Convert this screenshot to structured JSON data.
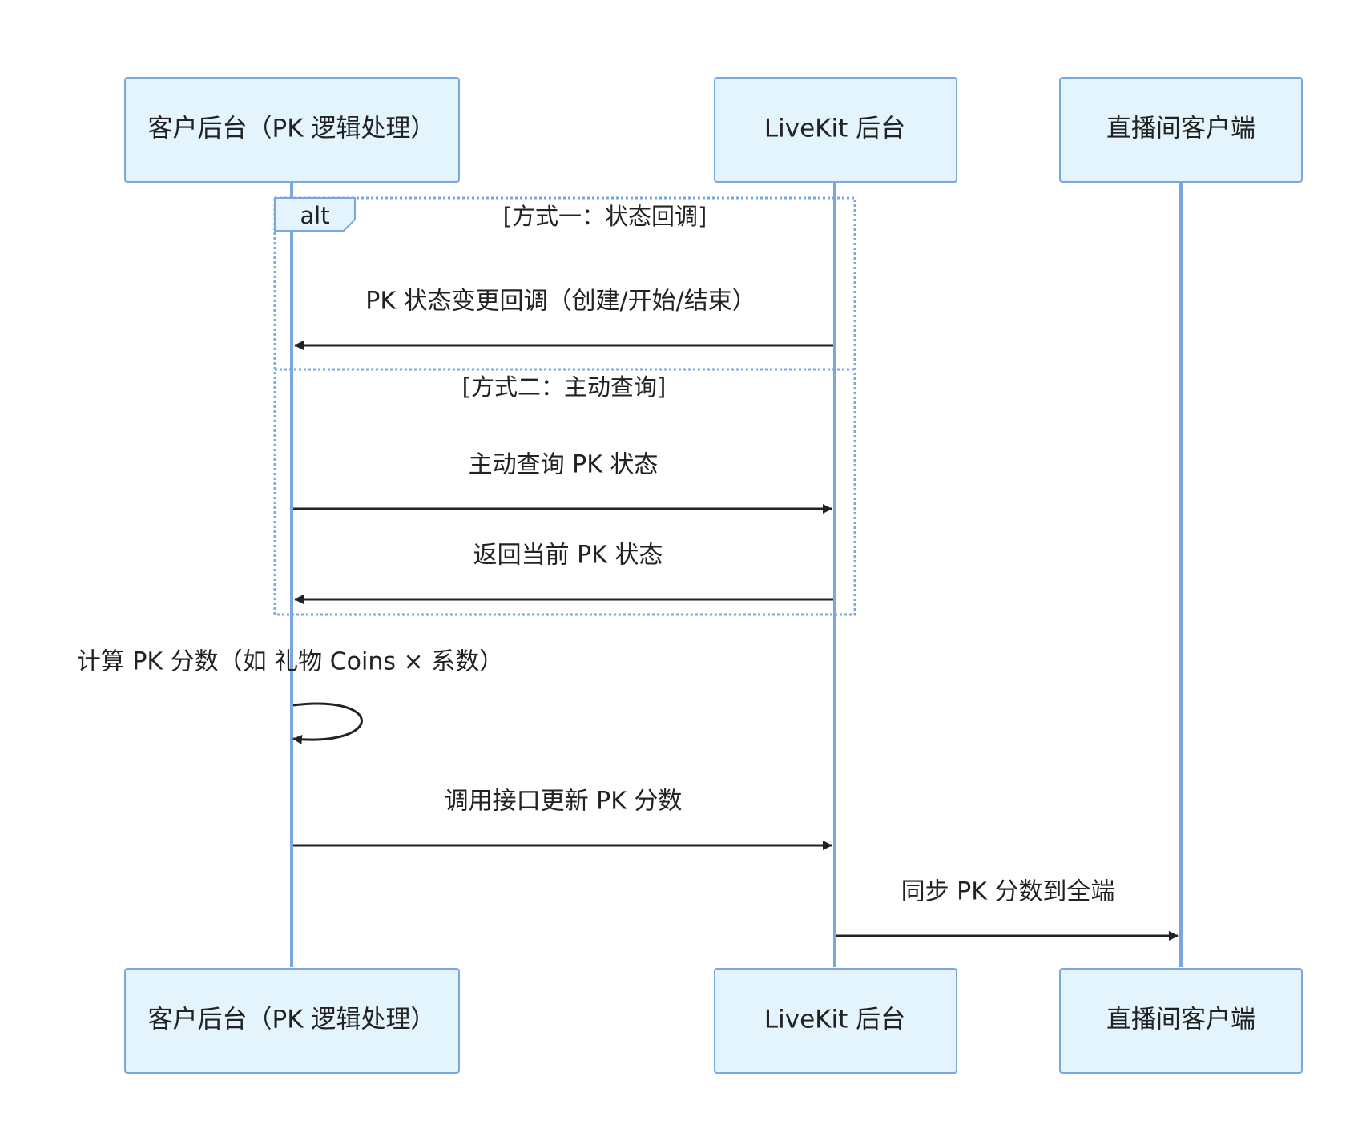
{
  "actors": [
    {
      "id": "a1",
      "label": "客户后台（PK 逻辑处理）"
    },
    {
      "id": "a2",
      "label": "LiveKit 后台"
    },
    {
      "id": "a3",
      "label": "直播间客户端"
    }
  ],
  "alt_frame": {
    "keyword": "alt",
    "section1_condition": "[方式一：状态回调]",
    "section2_condition": "[方式二：主动查询]"
  },
  "messages": [
    {
      "from": "a2",
      "to": "a1",
      "label": "PK 状态变更回调（创建/开始/结束）"
    },
    {
      "from": "a1",
      "to": "a2",
      "label": "主动查询 PK 状态"
    },
    {
      "from": "a2",
      "to": "a1",
      "label": "返回当前 PK 状态"
    },
    {
      "from": "a1",
      "to": "a1",
      "label": "计算 PK 分数（如 礼物 Coins × 系数）"
    },
    {
      "from": "a1",
      "to": "a2",
      "label": "调用接口更新 PK 分数"
    },
    {
      "from": "a2",
      "to": "a3",
      "label": "同步 PK 分数到全端"
    }
  ],
  "colors": {
    "actor_fill": "#e3f4fc",
    "actor_border": "#7aa7e0",
    "lifeline": "#7aa7e0",
    "arrow": "#222222"
  }
}
